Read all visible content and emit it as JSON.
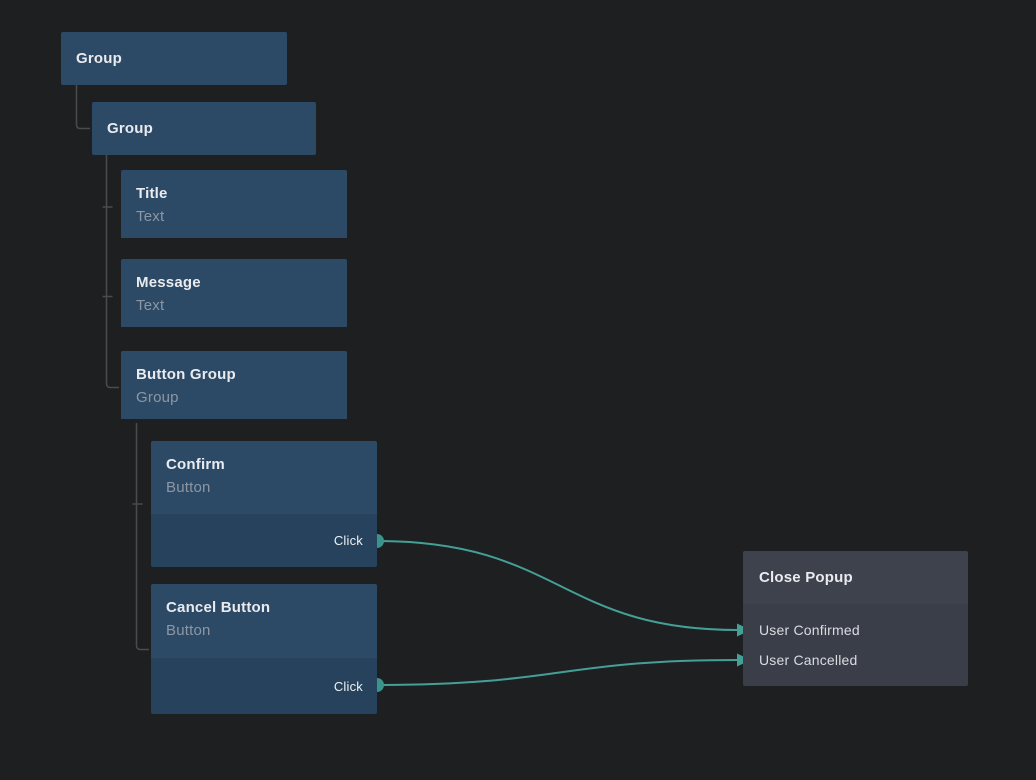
{
  "colors": {
    "background": "#1e1f20",
    "node_header_blue": "#2c4a66",
    "node_events_blue": "#26425c",
    "handler_header_gray": "#3e424d",
    "handler_body_gray": "#3a3e48",
    "wire_teal": "#44a096",
    "tree_line_gray": "#4a4b4d",
    "title_text": "#e9ebee",
    "subtitle_text": "#8d97a4"
  },
  "tree_nodes": [
    {
      "title": "Group"
    },
    {
      "title": "Group"
    },
    {
      "title": "Title",
      "subtitle": "Text"
    },
    {
      "title": "Message",
      "subtitle": "Text"
    },
    {
      "title": "Button Group",
      "subtitle": "Group"
    },
    {
      "title": "Confirm",
      "subtitle": "Button",
      "event": "Click"
    },
    {
      "title": "Cancel Button",
      "subtitle": "Button",
      "event": "Click"
    }
  ],
  "handler_node": {
    "title": "Close Popup",
    "inputs": [
      "User Confirmed",
      "User Cancelled"
    ]
  },
  "edges": [
    {
      "from": "Confirm.Click",
      "to": "User Confirmed"
    },
    {
      "from": "Cancel Button.Click",
      "to": "User Cancelled"
    }
  ]
}
